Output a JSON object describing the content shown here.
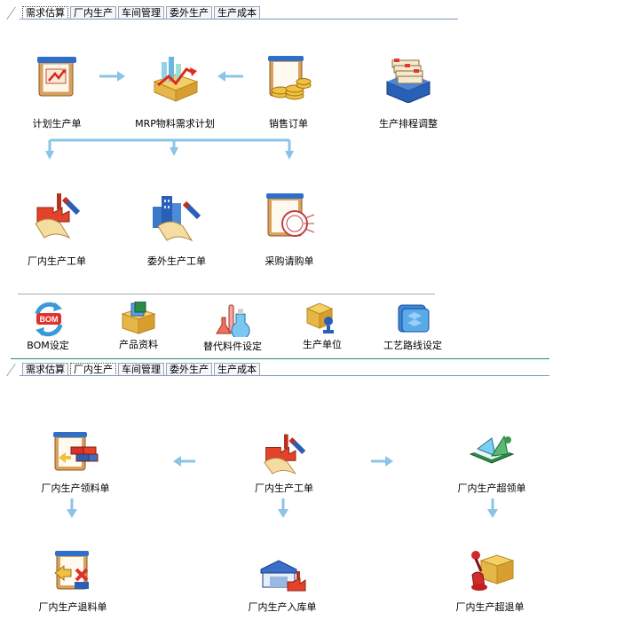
{
  "tabbar1": {
    "tabs": [
      "需求估算",
      "厂内生产",
      "车间管理",
      "委外生产",
      "生产成本"
    ]
  },
  "panel1": {
    "row1": {
      "plan": "计划生产单",
      "mrp": "MRP物料需求计划",
      "sales": "销售订单",
      "schedule": "生产排程调整"
    },
    "row2": {
      "inhouse_wo": "厂内生产工单",
      "outsource_wo": "委外生产工单",
      "purchase_req": "采购请购单"
    },
    "row3": {
      "bom": "BOM设定",
      "product": "产品资料",
      "substitute": "替代料件设定",
      "unit": "生产单位",
      "route": "工艺路线设定"
    },
    "bom_text": "BOM"
  },
  "tabbar2": {
    "tabs": [
      "需求估算",
      "厂内生产",
      "车间管理",
      "委外生产",
      "生产成本"
    ]
  },
  "panel2": {
    "pick": "厂内生产领料单",
    "workorder": "厂内生产工单",
    "overpick": "厂内生产超领单",
    "return": "厂内生产退料单",
    "storage": "厂内生产入库单",
    "overreturn": "厂内生产超退单"
  },
  "colors": {
    "tab_line": "#7e97b8",
    "arrow": "#8cc4e8",
    "separator": "#aaaaaa",
    "green_accent": "#2a8a4a"
  }
}
